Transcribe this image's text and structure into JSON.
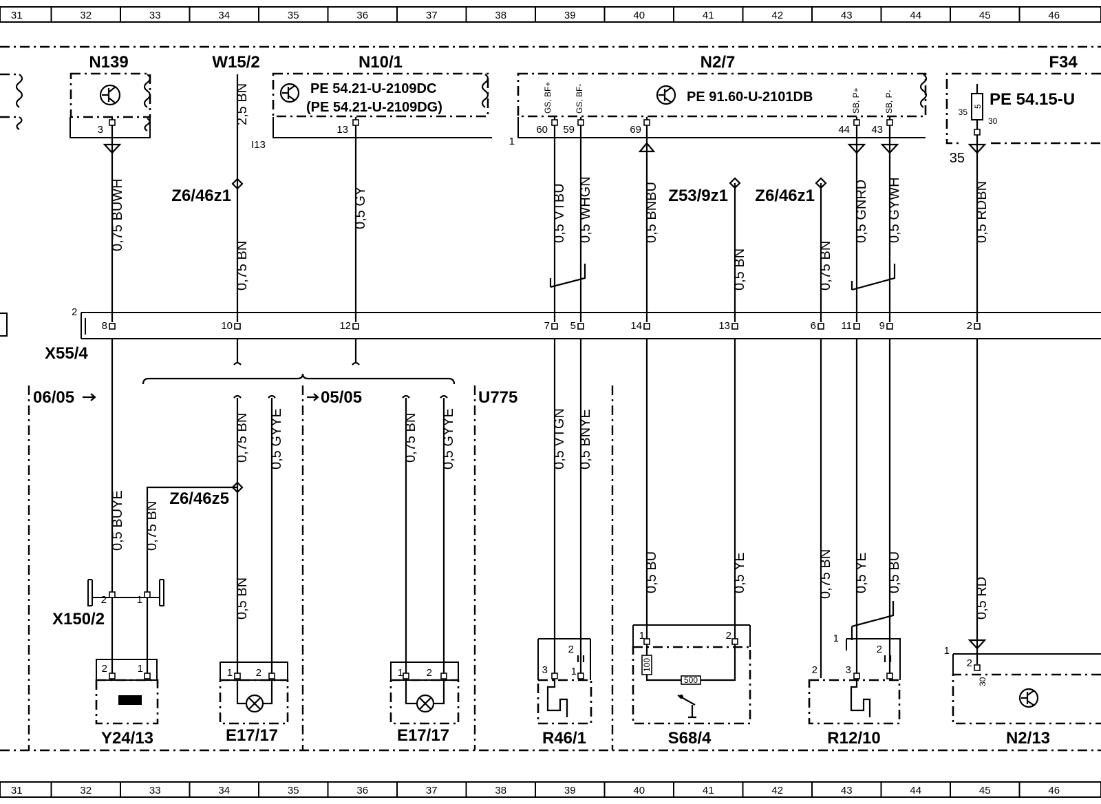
{
  "grid_columns": [
    "31",
    "32",
    "33",
    "34",
    "35",
    "36",
    "37",
    "38",
    "39",
    "40",
    "41",
    "42",
    "43",
    "44",
    "45",
    "46"
  ],
  "top_components": [
    {
      "id": "N139",
      "label": "N139"
    },
    {
      "id": "W15_2",
      "label": "W15/2"
    },
    {
      "id": "N10_1",
      "label": "N10/1",
      "refs": [
        "PE  54.21-U-2109DC",
        "(PE  54.21-U-2109DG)"
      ]
    },
    {
      "id": "N2_7",
      "label": "N2/7",
      "refs": [
        "PE  91.60-U-2101DB"
      ]
    },
    {
      "id": "F34",
      "label": "F34",
      "refs": [
        "PE  54.15-U"
      ]
    }
  ],
  "connector_bar": {
    "label": "X55/4",
    "number": "2"
  },
  "ground_points": [
    "Z6/46z1",
    "Z53/9z1",
    "Z6/46z1",
    "Z6/46z5"
  ],
  "sections": [
    "06/05",
    "05/05",
    "U775"
  ],
  "top_pins": {
    "n139": "3",
    "w152": "I13",
    "n101": "13",
    "n27_prefix": "1",
    "n27_60": "60",
    "n27_59": "59",
    "n27_69": "69",
    "n27_44": "44",
    "n27_43": "43",
    "f34_35": "35",
    "f34_30": "30",
    "f34_below": "35",
    "f34_5": "5"
  },
  "pin_tags": {
    "gs_bf_plus": "GS, BF+",
    "gs_bf_minus": "GS, BF-",
    "sb_p_plus": "SB, P+",
    "sb_p_minus": "SB, P-"
  },
  "bar_pins": [
    "8",
    "10",
    "12",
    "7",
    "5",
    "14",
    "13",
    "6",
    "11",
    "9",
    "2"
  ],
  "upper_wires": [
    "0,75 BUWH",
    "2,5 BN",
    "0,75 BN",
    "0,5 GY",
    "0,5 VTBU",
    "0,5 WHGN",
    "0,5 BNBU",
    "0,5 BN",
    "0,75 BN",
    "0,5 GNRD",
    "0,5 GYWH",
    "0,5 RDBN"
  ],
  "lower_wires": [
    "0,5 BUYE",
    "0,75 BN",
    "0,75 BN",
    "0,5 GYYE",
    "0,5 BN",
    "0,75 BN",
    "0,5 GYYE",
    "0,5 VTGN",
    "0,5 BNYE",
    "0,5 BU",
    "0,5 YE",
    "0,75 BN",
    "0,5 YE",
    "0,5 BU",
    "0,5 RD"
  ],
  "bottom_components": [
    {
      "id": "Y24_13",
      "label": "Y24/13",
      "pins": [
        "2",
        "1"
      ]
    },
    {
      "id": "E17_17a",
      "label": "E17/17",
      "pins": [
        "1",
        "2"
      ]
    },
    {
      "id": "E17_17b",
      "label": "E17/17",
      "pins": [
        "1",
        "2"
      ]
    },
    {
      "id": "R46_1",
      "label": "R46/1",
      "pins": [
        "3",
        "2",
        "1"
      ]
    },
    {
      "id": "S68_4",
      "label": "S68/4",
      "pins": [
        "1",
        "2"
      ],
      "values": [
        "100",
        "500"
      ]
    },
    {
      "id": "R12_10",
      "label": "R12/10",
      "pins": [
        "1",
        "2",
        "3",
        "2"
      ]
    },
    {
      "id": "N2_13",
      "label": "N2/13",
      "pins": [
        "1",
        "2",
        "30"
      ]
    }
  ],
  "x150_2": {
    "label": "X150/2",
    "pins": [
      "2",
      "1"
    ]
  }
}
